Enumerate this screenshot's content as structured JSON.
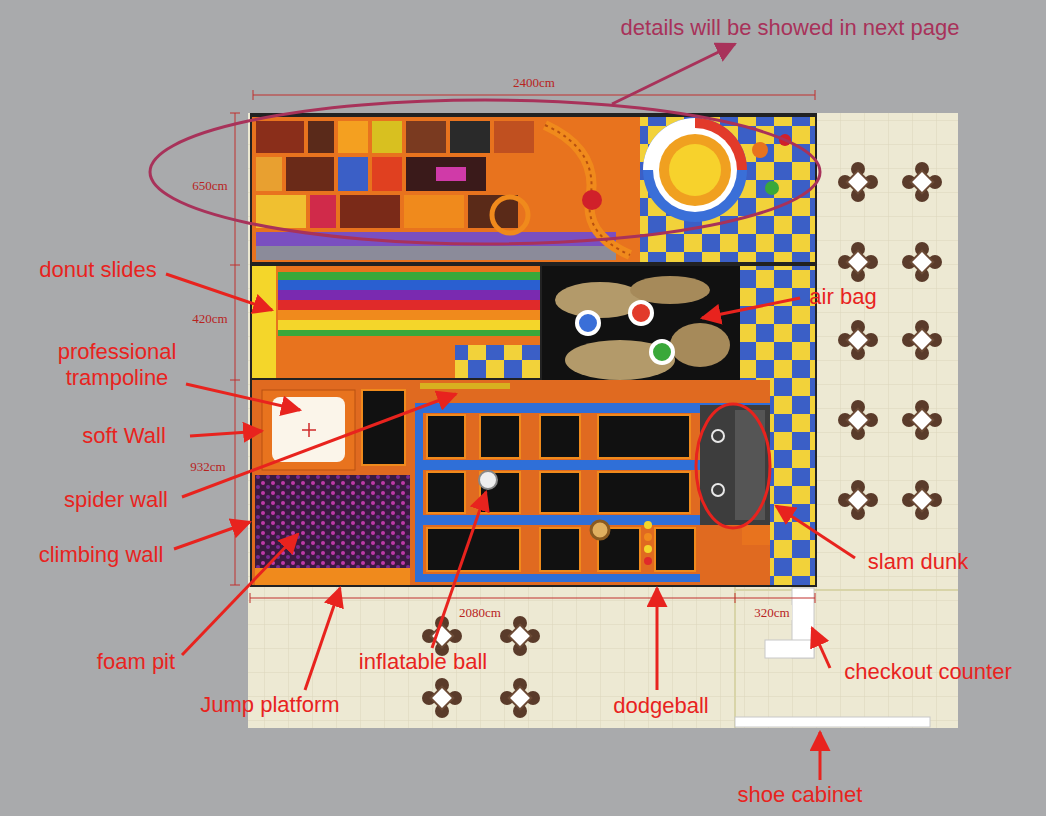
{
  "diagram": {
    "labels": [
      "details will be showed in next page",
      "2400cm",
      "650cm",
      "donut slides",
      "420cm",
      "air bag",
      "professional trampoline",
      "soft Wall",
      "spider wall",
      "932cm",
      "slam dunk",
      "climbing wall",
      "2080cm",
      "320cm",
      "foam pit",
      "inflatable ball",
      "checkout counter",
      "Jump platform",
      "dodgeball",
      "shoe cabinet"
    ]
  }
}
